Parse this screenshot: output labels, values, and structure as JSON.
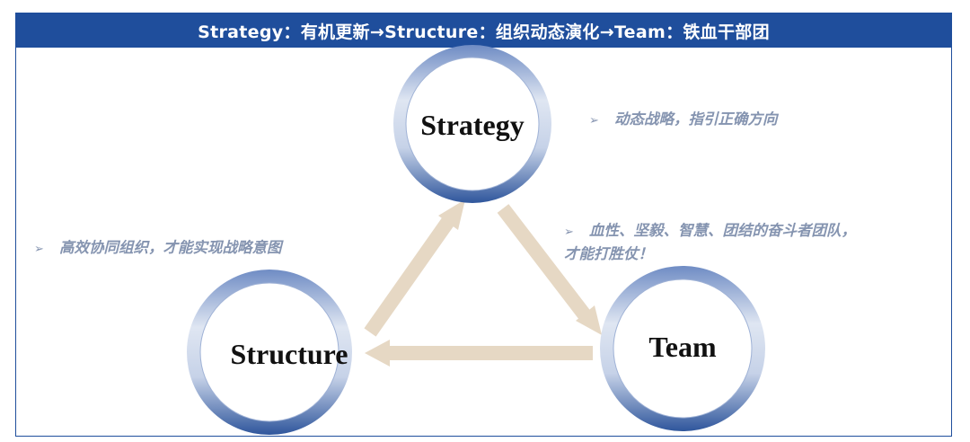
{
  "header": {
    "title": "Strategy：有机更新→Structure：组织动态演化→Team：铁血干部团"
  },
  "nodes": {
    "strategy": "Strategy",
    "structure": "Structure",
    "team": "Team"
  },
  "notes": {
    "bullet": "➢",
    "strategy": "动态战略，指引正确方向",
    "team_line1": "血性、坚毅、智慧、团结的奋斗者团队，",
    "team_line2": "才能打胜仗！",
    "structure": "高效协同组织，才能实现战略意图"
  },
  "colors": {
    "header_bg": "#1f4e9c",
    "ring_dark": "#3c5fa0",
    "ring_light": "#dfe6f2",
    "arrow": "#e6d8c4",
    "note_text": "#8594b0"
  }
}
